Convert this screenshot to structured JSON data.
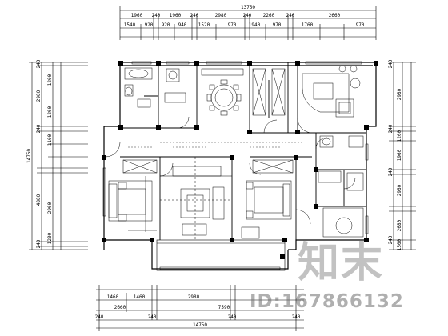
{
  "dimensions": {
    "top_total": "13750",
    "top_row1": [
      "1960",
      "240",
      "1960",
      "240",
      "2980",
      "240",
      "2260",
      "240",
      "2660"
    ],
    "top_row2": [
      "1540",
      "920",
      "920",
      "940",
      "1520",
      "970",
      "1940",
      "970",
      "1760",
      "970"
    ],
    "bottom_total": "14750",
    "bottom_row1": [
      "1460",
      "1460",
      "2980"
    ],
    "bottom_row2": [
      "2660",
      "7590"
    ],
    "bottom_row3": [
      "240",
      "240",
      "240",
      "240"
    ],
    "left_total": "14750",
    "left_outer": [
      "240",
      "2980",
      "240",
      "4880",
      "240"
    ],
    "left_inner": [
      "1200",
      "1260",
      "1100",
      "2960",
      "1200"
    ],
    "right_outer": [
      "240",
      "240",
      "240",
      "240"
    ],
    "right_inner": [
      "2980",
      "1260",
      "1960",
      "2960",
      "2680",
      "1500"
    ]
  },
  "watermark": {
    "logo": "知末",
    "id": "ID:167866132"
  },
  "colors": {
    "line": "#000000",
    "background": "#ffffff",
    "wall_fill": "#000000",
    "watermark": "#8a8a8a"
  }
}
